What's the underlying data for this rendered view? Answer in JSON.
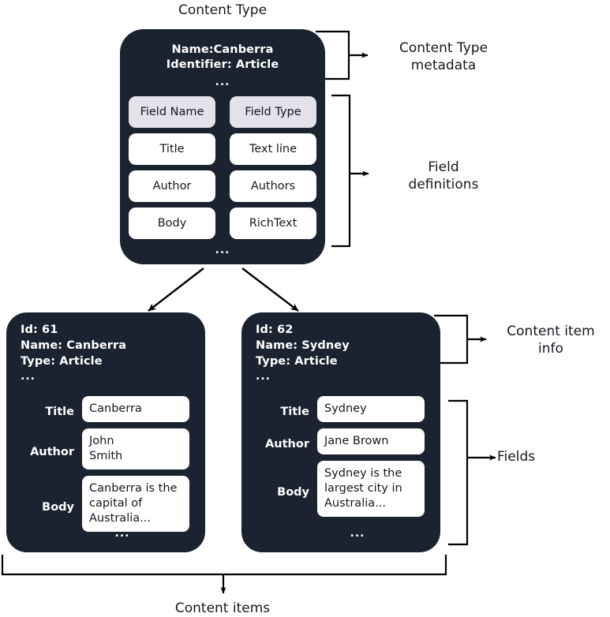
{
  "diagram": {
    "title_label": "Content Type",
    "bottom_label": "Content items",
    "colors": {
      "card_background": "#1b2230",
      "card_text": "#ffffff",
      "field_box": "#ffffff",
      "field_header_box": "#e2e2e8",
      "page_background": "#ffffff",
      "connector": "#000000"
    }
  },
  "content_type": {
    "metadata": {
      "name_line": "Name:Canberra",
      "identifier_line": "Identifier: Article",
      "ellipsis": "..."
    },
    "field_table": {
      "headers": [
        "Field Name",
        "Field Type"
      ],
      "rows": [
        [
          "Title",
          "Text line"
        ],
        [
          "Author",
          "Authors"
        ],
        [
          "Body",
          "RichText"
        ]
      ],
      "ellipsis": "..."
    },
    "annotations": {
      "metadata_label": "Content Type\nmetadata",
      "metadata_label_line1": "Content Type",
      "metadata_label_line2": "metadata",
      "fields_label_line1": "Field",
      "fields_label_line2": "definitions"
    }
  },
  "content_items": [
    {
      "info": {
        "id_line": "Id: 61",
        "name_line": "Name: Canberra",
        "type_line": "Type: Article",
        "ellipsis": "..."
      },
      "fields": [
        {
          "label": "Title",
          "value": "Canberra",
          "lines": 1
        },
        {
          "label": "Author",
          "value": "John\nSmith",
          "lines": 2
        },
        {
          "label": "Body",
          "value": "Canberra is the\ncapital of\nAustralia...",
          "lines": 3
        }
      ],
      "ellipsis": "..."
    },
    {
      "info": {
        "id_line": "Id: 62",
        "name_line": "Name: Sydney",
        "type_line": "Type: Article",
        "ellipsis": "..."
      },
      "fields": [
        {
          "label": "Title",
          "value": "Sydney",
          "lines": 1
        },
        {
          "label": "Author",
          "value": "Jane Brown",
          "lines": 1
        },
        {
          "label": "Body",
          "value": "Sydney is the\nlargest city in\nAustralia...",
          "lines": 3
        }
      ],
      "ellipsis": "..."
    }
  ],
  "annotations": {
    "content_item_info_line1": "Content item",
    "content_item_info_line2": "info",
    "fields_label": "Fields"
  }
}
